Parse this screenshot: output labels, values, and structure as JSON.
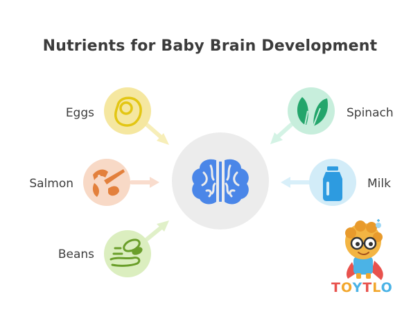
{
  "title": "Nutrients for Baby Brain Development",
  "center": {
    "icon": "brain-icon",
    "color": "#4a86e8"
  },
  "nutrients": [
    {
      "label": "Eggs",
      "icon": "egg-icon",
      "color": "#f5e7a0"
    },
    {
      "label": "Salmon",
      "icon": "salmon-icon",
      "color": "#f8d9c6"
    },
    {
      "label": "Beans",
      "icon": "beans-icon",
      "color": "#dbeebf"
    },
    {
      "label": "Spinach",
      "icon": "spinach-icon",
      "color": "#c7eedc"
    },
    {
      "label": "Milk",
      "icon": "milk-icon",
      "color": "#d2ecf8"
    }
  ],
  "brand": {
    "text": "TOYTLO",
    "icon": "mascot-icon"
  }
}
